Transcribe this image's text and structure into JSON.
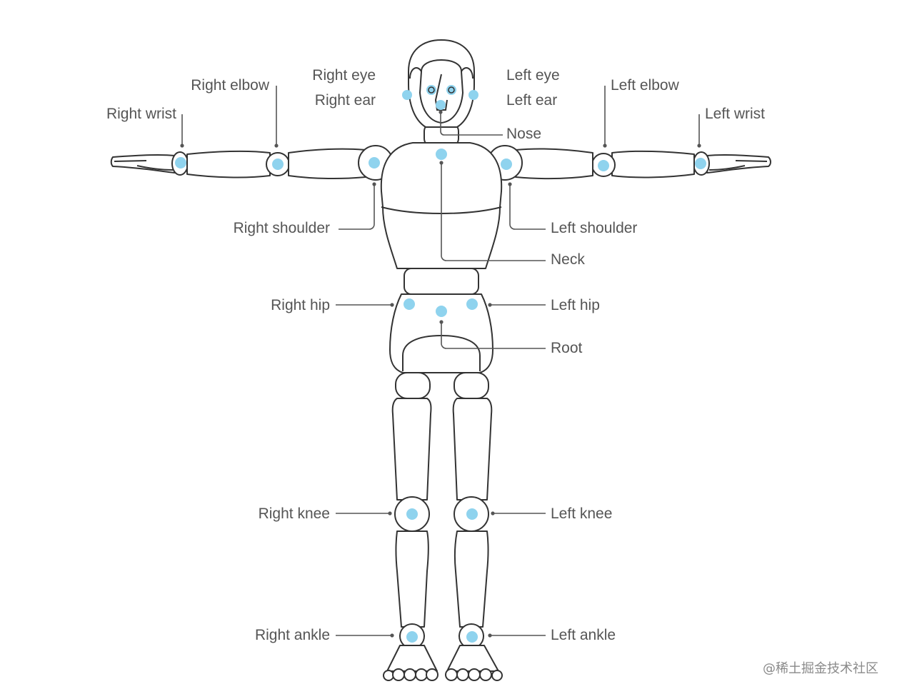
{
  "labels": {
    "right_wrist": "Right wrist",
    "right_elbow": "Right elbow",
    "right_eye": "Right eye",
    "right_ear": "Right ear",
    "left_eye": "Left eye",
    "left_ear": "Left ear",
    "left_elbow": "Left elbow",
    "left_wrist": "Left wrist",
    "nose": "Nose",
    "right_shoulder": "Right shoulder",
    "left_shoulder": "Left shoulder",
    "neck": "Neck",
    "right_hip": "Right hip",
    "left_hip": "Left hip",
    "root": "Root",
    "right_knee": "Right knee",
    "left_knee": "Left knee",
    "right_ankle": "Right ankle",
    "left_ankle": "Left ankle"
  },
  "watermark": "@稀土掘金技术社区",
  "colors": {
    "joint": "#8fd3ee",
    "outline": "#333333",
    "label": "#555555"
  }
}
